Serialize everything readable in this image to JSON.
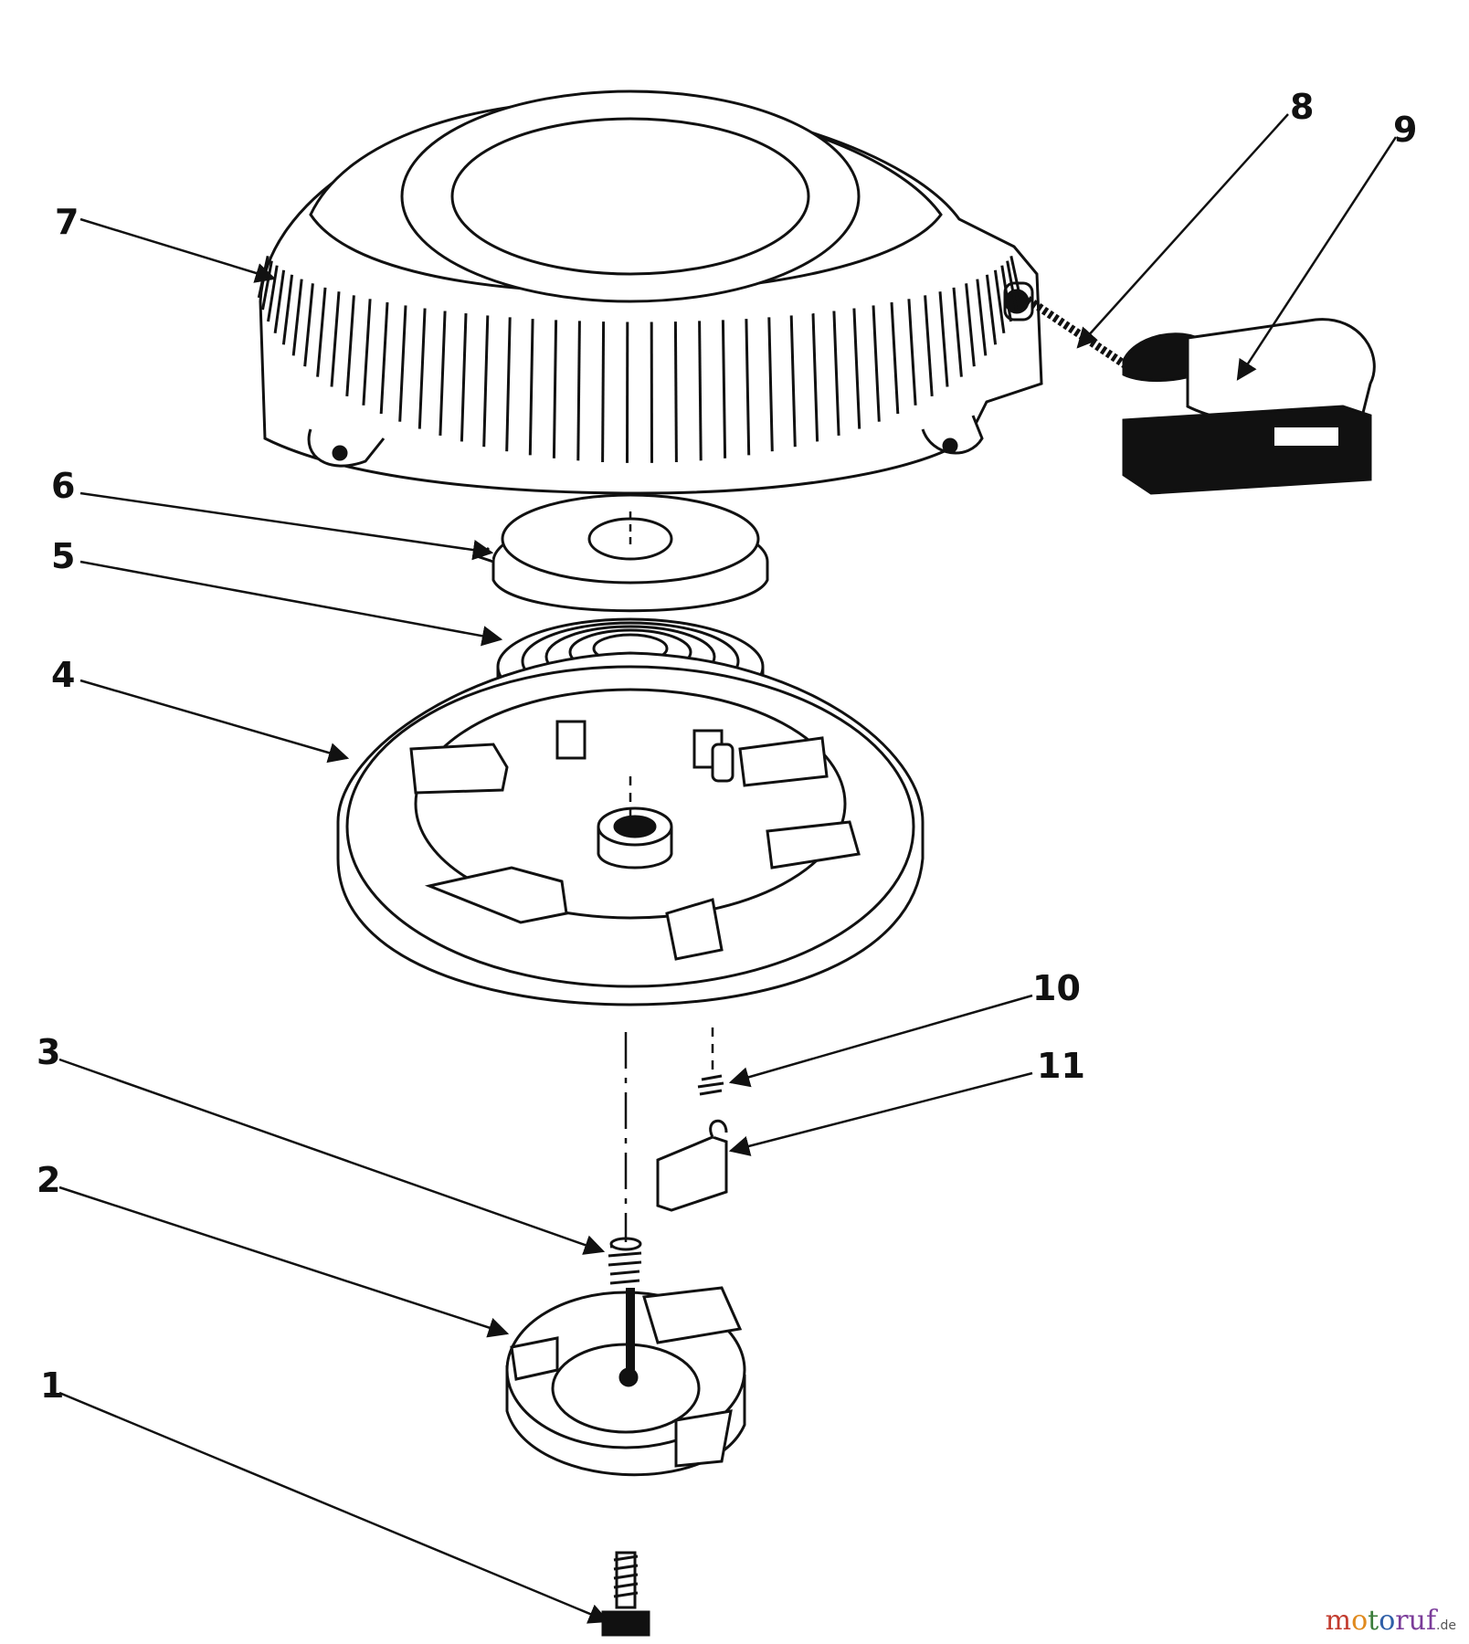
{
  "labels": {
    "p1": "1",
    "p2": "2",
    "p3": "3",
    "p4": "4",
    "p5": "5",
    "p6": "6",
    "p7": "7",
    "p8": "8",
    "p9": "9",
    "p10": "10",
    "p11": "11"
  },
  "watermark": {
    "name_letters": [
      "m",
      "o",
      "t",
      "o",
      "ruf"
    ],
    "tld": ".de"
  }
}
